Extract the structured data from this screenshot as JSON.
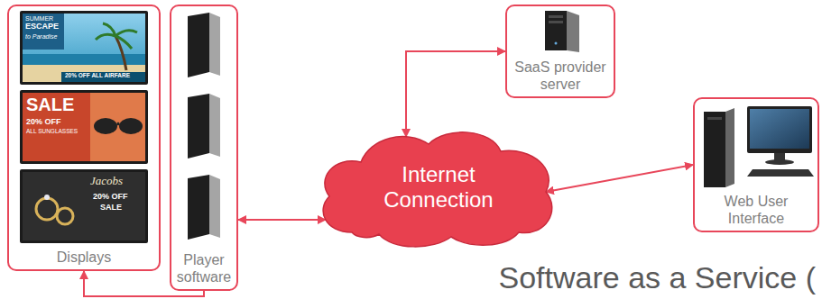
{
  "diagram": {
    "title": "Software as a Service (",
    "nodes": [
      {
        "text": [
          "Displays"
        ]
      },
      {
        "text": [
          "SUMMER",
          "ESCAPE",
          "to Paradise",
          "20% OFF ALL AIRFARE"
        ],
        "in": 0
      },
      {
        "text": [
          "SALE",
          "20% OFF",
          "ALL SUNGLASSES"
        ],
        "in": 0
      },
      {
        "text": [
          "Jacobs",
          "20% OFF",
          "SALE"
        ],
        "in": 0
      },
      {
        "text": [
          "Player software"
        ]
      },
      {
        "text": [
          "SaaS provider server"
        ]
      },
      {
        "text": [
          "Internet Connection"
        ]
      },
      {
        "text": [
          "Web User Interface"
        ]
      }
    ],
    "edges": [
      {
        "from": 4,
        "to": 6,
        "arrow": "both"
      },
      {
        "from": 6,
        "to": 5,
        "arrow": "both"
      },
      {
        "from": 6,
        "to": 7,
        "arrow": "both"
      },
      {
        "from": 4,
        "to": 0,
        "arrow": "to"
      }
    ]
  }
}
